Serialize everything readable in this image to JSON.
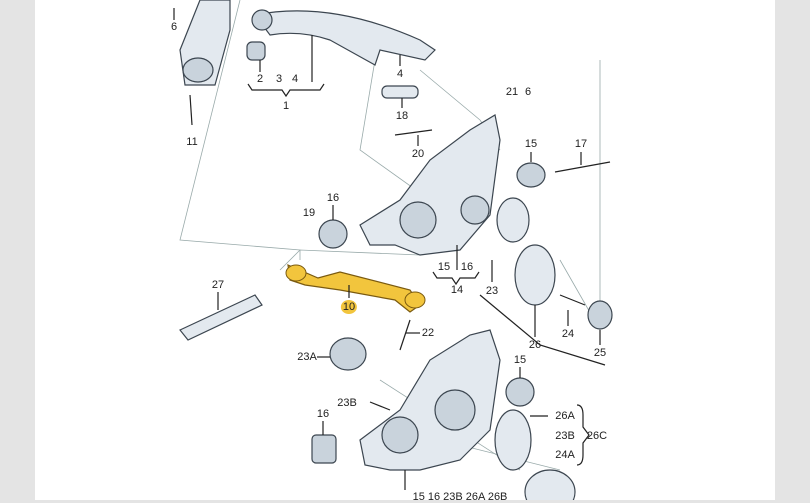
{
  "diagram": {
    "title": "Rear suspension parts diagram",
    "highlighted_part": "10",
    "colors": {
      "highlight": "#f2c53d",
      "part": "#c9d3dc",
      "background": "#ffffff"
    },
    "labels": [
      "6",
      "2",
      "3",
      "4",
      "1",
      "4",
      "18",
      "11",
      "20",
      "21",
      "6",
      "15",
      "17",
      "16",
      "19",
      "15",
      "16",
      "14",
      "23",
      "27",
      "10",
      "22",
      "24",
      "26",
      "25",
      "23A",
      "15",
      "23B",
      "16",
      "26A",
      "23B",
      "26C",
      "24A",
      "15 16 23B 26A 26B"
    ]
  }
}
